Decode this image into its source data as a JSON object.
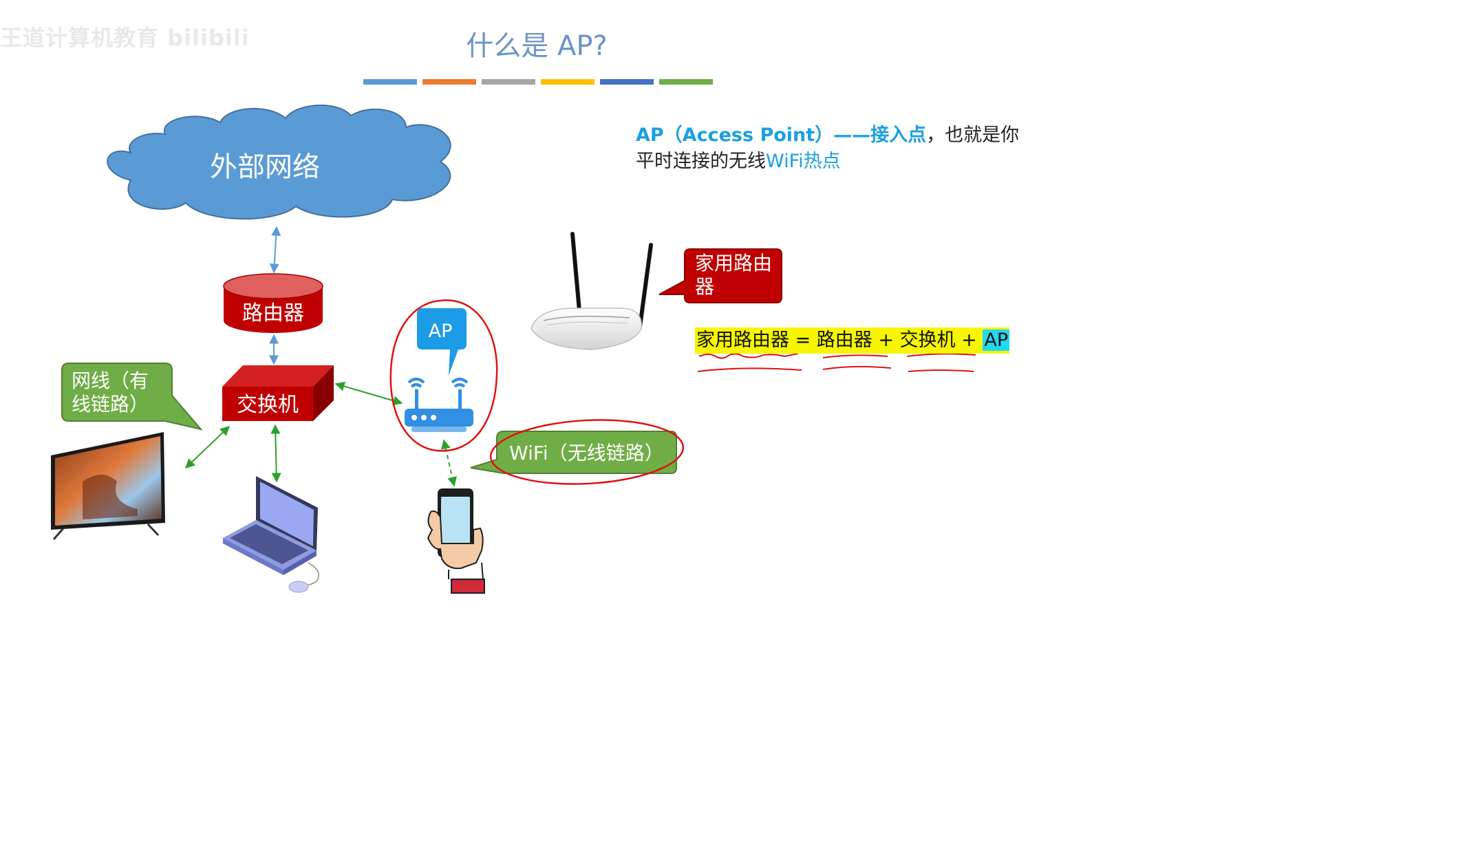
{
  "watermark": "王道计算机教育 bilibili",
  "title": "什么是 AP?",
  "title_bar_colors": [
    "#5b9bd5",
    "#ed7d31",
    "#a5a5a5",
    "#ffc000",
    "#4472c4",
    "#70ad47"
  ],
  "definition": {
    "part1": "AP（Access Point）——接入点",
    "part2": "，也就是你平时连接的无线",
    "part3": "WiFi热点"
  },
  "cloud_label": "外部网络",
  "router_label": "路由器",
  "switch_label": "交换机",
  "ap_callout": "AP",
  "home_router_callout": "家用路由器",
  "wired_callout": "网线（有线链路）",
  "wifi_callout": "WiFi（无线链路）",
  "formula": {
    "text": "家用路由器 = 路由器 + 交换机 + ",
    "ap": "AP"
  },
  "colors": {
    "cloud": "#5b9bd5",
    "router": "#c00000",
    "callout_green": "#70ad47",
    "callout_red": "#c00000",
    "callout_blue": "#1c9be6",
    "link_green": "#2ca02c",
    "ink_red": "#e01010"
  },
  "icons": [
    "tv-icon",
    "laptop-icon",
    "mouse-icon",
    "smartphone-hand-icon",
    "wifi-ap-icon",
    "home-router-icon"
  ]
}
